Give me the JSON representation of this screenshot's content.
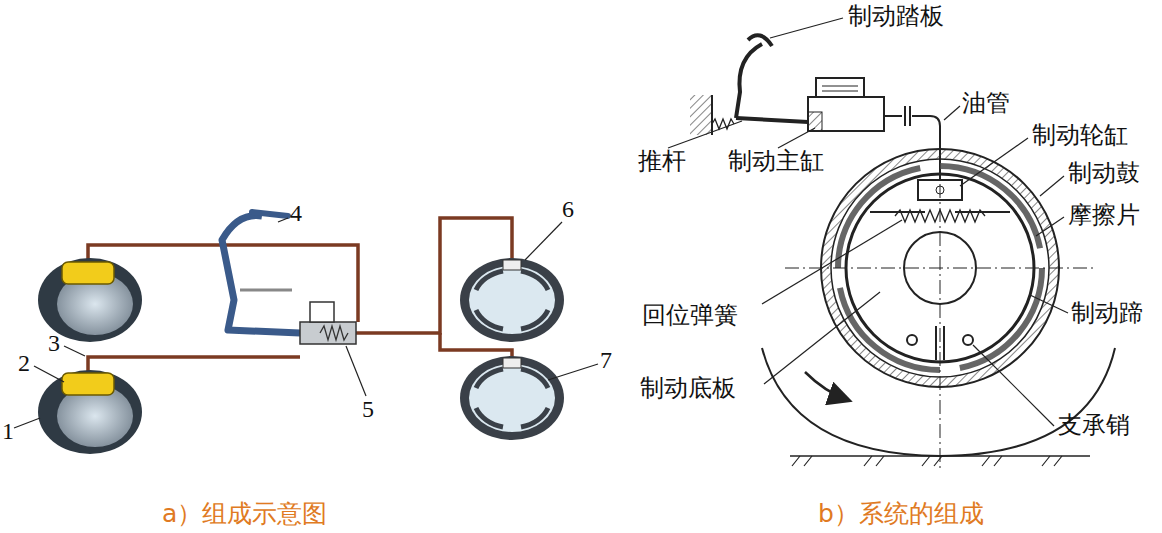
{
  "diagram": {
    "labels": [
      "1",
      "2",
      "3",
      "4",
      "5",
      "6",
      "7",
      "a）组成示意图",
      "制动踏板",
      "推杆",
      "制动主缸",
      "油管",
      "制动轮缸",
      "制动鼓",
      "摩擦片",
      "回位弹簧",
      "制动蹄",
      "制动底板",
      "支承销",
      "b）系统的组成"
    ]
  }
}
